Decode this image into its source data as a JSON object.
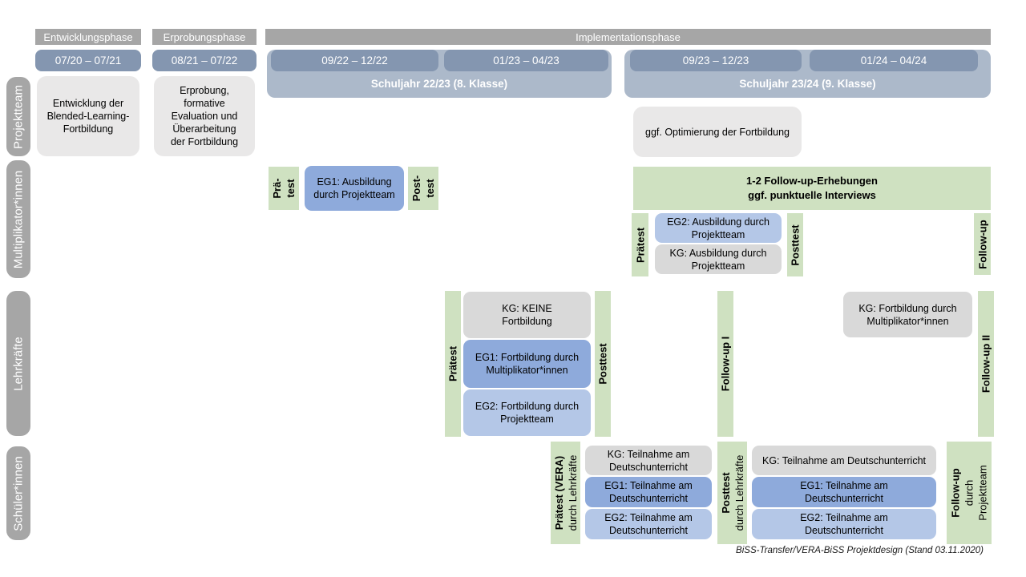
{
  "header": {
    "phases": [
      {
        "label": "Entwicklungsphase"
      },
      {
        "label": "Erprobungsphase"
      },
      {
        "label": "Implementationsphase"
      }
    ],
    "date_ranges": [
      "07/20 – 07/21",
      "08/21 – 07/22",
      "09/22 – 12/22",
      "01/23 – 04/23",
      "09/23 – 12/23",
      "01/24 – 04/24"
    ],
    "school_years": [
      "Schuljahr 22/23 (8. Klasse)",
      "Schuljahr 23/24 (9. Klasse)"
    ]
  },
  "row_labels": [
    "Projektteam",
    "Multiplikator*innen",
    "Lehrkräfte",
    "Schüler*innen"
  ],
  "projektteam": {
    "entwicklung": "Entwicklung der Blended-Learning-Fortbildung",
    "erprobung": "Erprobung, formative Evaluation und Überarbeitung der Fortbildung",
    "optimierung": "ggf. Optimierung der Fortbildung"
  },
  "multiplikatoren": {
    "praetest_short": [
      "Prä-",
      "test"
    ],
    "eg1": "EG1: Ausbildung durch Projektteam",
    "posttest_short": [
      "Post-",
      "test"
    ],
    "followup_box": [
      "1-2 Follow-up-Erhebungen",
      "ggf. punktuelle Interviews"
    ],
    "praetest": "Prätest",
    "eg2": "EG2: Ausbildung durch Projektteam",
    "kg": "KG: Ausbildung durch Projektteam",
    "posttest": "Posttest",
    "followup": "Follow-up"
  },
  "lehrkraefte": {
    "praetest": "Prätest",
    "kg_keine": "KG: KEINE Fortbildung",
    "eg1": "EG1: Fortbildung durch Multiplikator*innen",
    "eg2": "EG2: Fortbildung durch Projektteam",
    "posttest": "Posttest",
    "followup1": "Follow-up I",
    "kg_fortbildung": "KG: Fortbildung durch Multiplikator*innen",
    "followup2": "Follow-up II"
  },
  "schueler": {
    "praetest": [
      "Prätest (VERA)",
      "durch Lehrkräfte"
    ],
    "kg": "KG: Teilnahme am Deutschunterricht",
    "eg1": "EG1: Teilnahme am Deutschunterricht",
    "eg2": "EG2: Teilnahme am Deutschunterricht",
    "posttest": [
      "Posttest",
      "durch Lehrkräfte"
    ],
    "followup": [
      "Follow-up",
      "durch",
      "Projektteam"
    ]
  },
  "caption": "BiSS-Transfer/VERA-BiSS Projektdesign (Stand 03.11.2020)",
  "colors": {
    "phase_bar": "#a6a6a6",
    "pill": "#8496b0",
    "band": "#acb9ca",
    "green": "#cfe1c1",
    "eg1": "#8eaadb",
    "eg2": "#b4c7e7",
    "kg": "#d9d9d9",
    "lightbox": "#e9e8e8",
    "row_label": "#a6a6a6"
  }
}
